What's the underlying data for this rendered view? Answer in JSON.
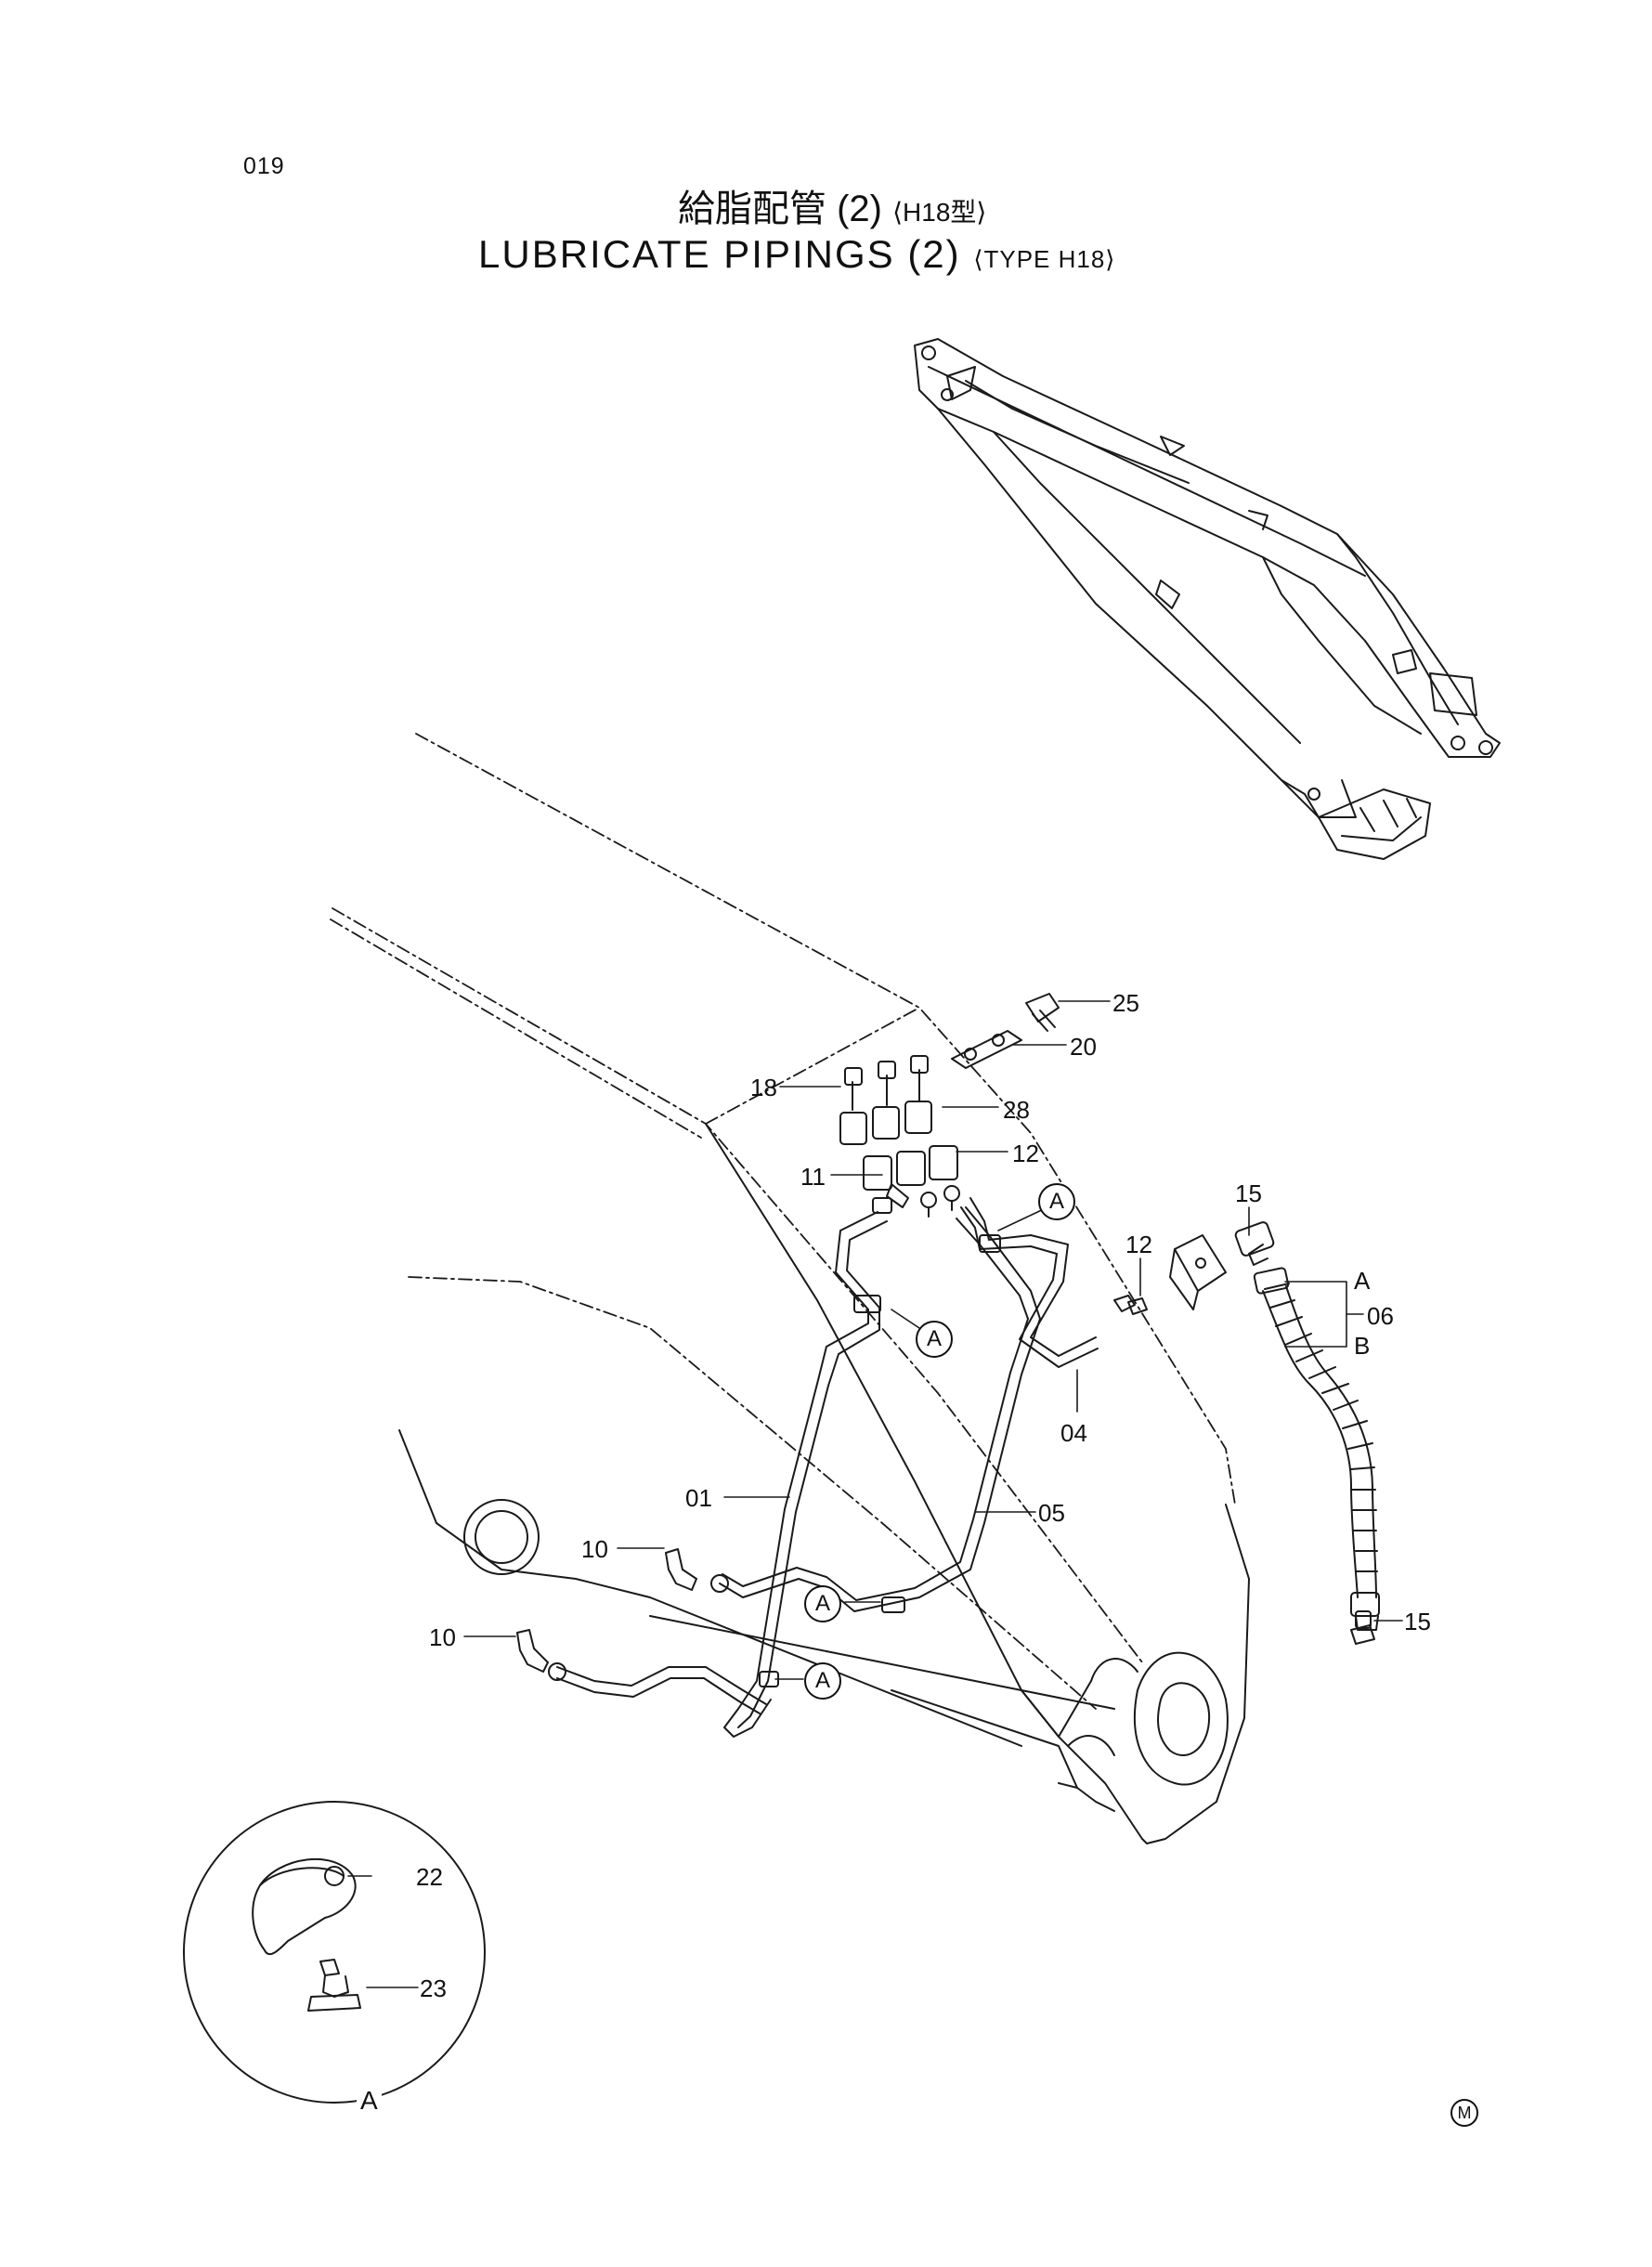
{
  "page": {
    "number": "019",
    "title_jp": "給脂配管 (2)",
    "title_jp_type": "⟨H18型⟩",
    "title_en": "LUBRICATE PIPINGS (2)",
    "title_en_type": "⟨TYPE H18⟩",
    "mark": "M"
  },
  "callouts": {
    "p25": "25",
    "p20": "20",
    "p18": "18",
    "p28": "28",
    "p12a": "12",
    "p11": "11",
    "p15a": "15",
    "p12b": "12",
    "p06": "06",
    "p06a": "A",
    "p06b": "B",
    "p04": "04",
    "p01": "01",
    "p05": "05",
    "p10a": "10",
    "p10b": "10",
    "p15b": "15",
    "p22": "22",
    "p23": "23"
  },
  "detail_refs": {
    "ref1": "A",
    "ref2": "A",
    "ref3": "A",
    "ref4": "A"
  },
  "detail_view": {
    "label": "A"
  }
}
